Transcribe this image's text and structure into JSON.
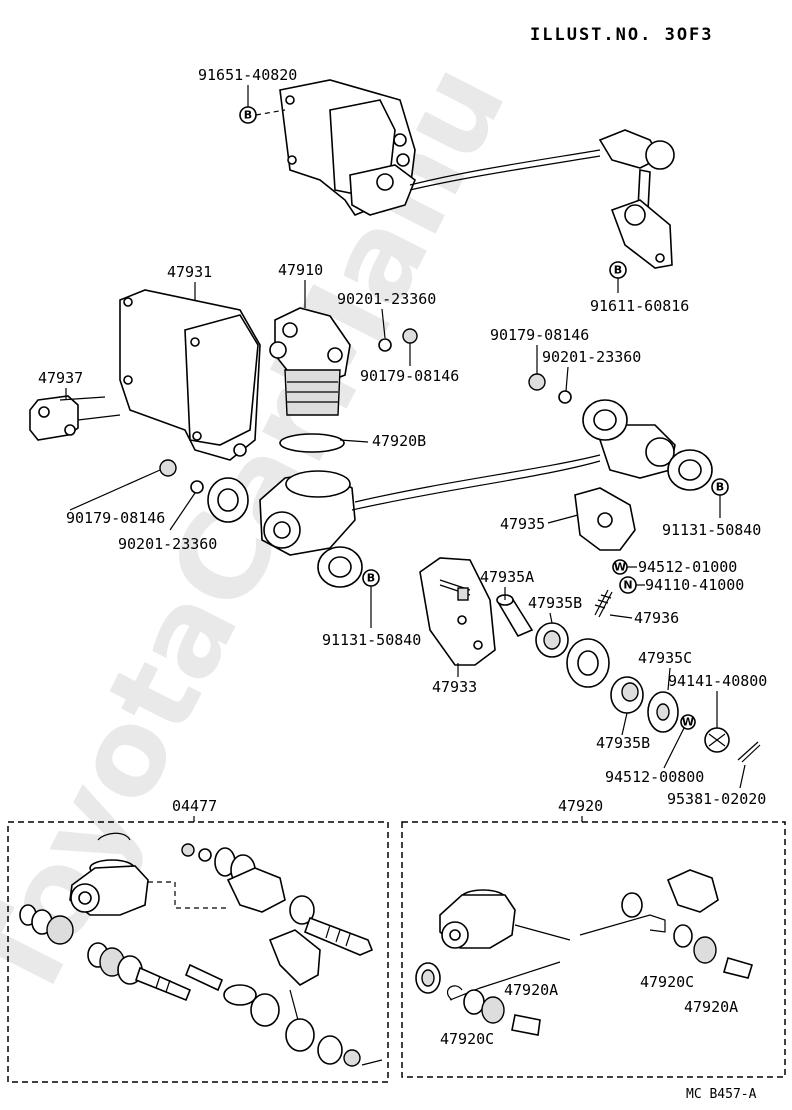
{
  "header": {
    "illust_no": "ILLUST.NO. 3OF3"
  },
  "watermark": "ToyotaCarManu",
  "badges": {
    "B": "B",
    "W": "W",
    "N": "N"
  },
  "parts": {
    "p91651_40820": "91651-40820",
    "p91611_60816": "91611-60816",
    "p47931": "47931",
    "p47910": "47910",
    "p90201_23360_a": "90201-23360",
    "p90179_08146_a": "90179-08146",
    "p90179_08146_b": "90179-08146",
    "p90201_23360_b": "90201-23360",
    "p47937": "47937",
    "p47920B": "47920B",
    "p90179_08146_c": "90179-08146",
    "p90201_23360_c": "90201-23360",
    "p91131_50840_a": "91131-50840",
    "p47935": "47935",
    "p94512_01000": "94512-01000",
    "p94110_41000": "94110-41000",
    "p47935A": "47935A",
    "p47935B_a": "47935B",
    "p47936": "47936",
    "p91131_50840_b": "91131-50840",
    "p47933": "47933",
    "p47935C": "47935C",
    "p94141_40800": "94141-40800",
    "p47935B_b": "47935B",
    "p94512_00800": "94512-00800",
    "p95381_02020": "95381-02020"
  },
  "kits": {
    "kit_04477": "04477",
    "kit_47920": "47920",
    "k47920A_a": "47920A",
    "k47920C_a": "47920C",
    "k47920C_b": "47920C",
    "k47920A_b": "47920A"
  },
  "footer": {
    "code": "MC B457-A"
  }
}
